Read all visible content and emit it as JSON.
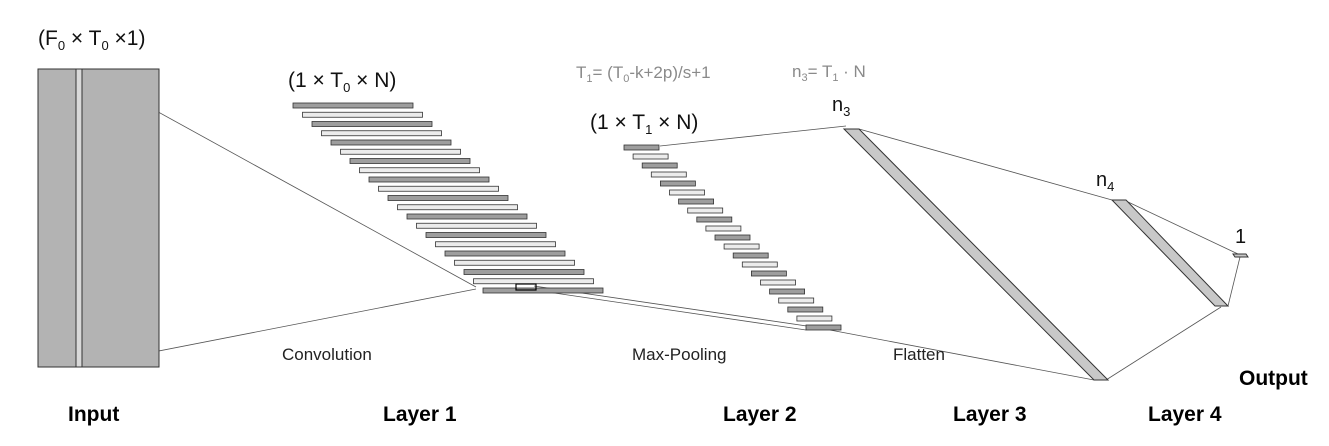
{
  "labels": {
    "input_dims": {
      "open": "(F",
      "s1": "0",
      "mid1": " × T",
      "s2": "0",
      "close": " ×1)"
    },
    "layer1_dims": {
      "open": "(1 × T",
      "s1": "0",
      "close": " × N)"
    },
    "layer2_dims": {
      "open": "(1 × T",
      "s1": "1",
      "close": " × N)"
    },
    "formula_t1": {
      "a": "T",
      "s1": "1",
      "b": "= (T",
      "s2": "0",
      "c": "-k+2p)/s+1"
    },
    "formula_n3": {
      "a": "n",
      "s1": "3",
      "b": "= T",
      "s2": "1",
      "c": " · N"
    },
    "node_n3": {
      "a": "n",
      "s": "3"
    },
    "node_n4": {
      "a": "n",
      "s": "4"
    },
    "node_out": "1"
  },
  "operations": {
    "convolution": "Convolution",
    "max_pooling": "Max-Pooling",
    "flatten": "Flatten"
  },
  "layers": {
    "input": "Input",
    "layer1": "Layer 1",
    "layer2": "Layer 2",
    "layer3": "Layer 3",
    "layer4": "Layer 4",
    "output": "Output"
  },
  "colors": {
    "input_fill": "#b3b3b3",
    "bar_dark": "#9e9e9e",
    "bar_light": "#ececec",
    "stroke": "#333333",
    "connector": "#555555",
    "dense_fill": "#c8c8c8",
    "formula_text": "#8a8a8a"
  }
}
